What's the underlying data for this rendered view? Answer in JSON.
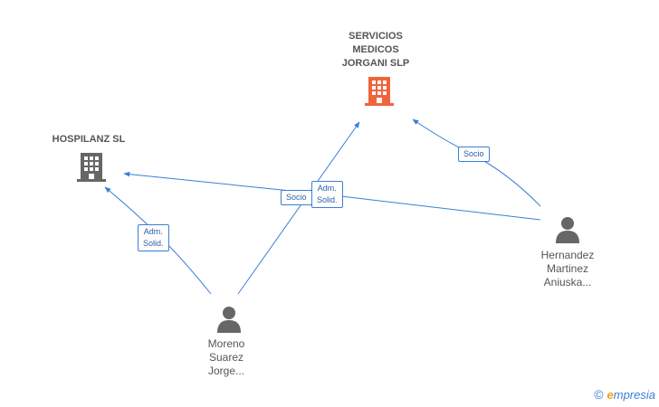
{
  "companies": {
    "servicios": {
      "name_lines": [
        "SERVICIOS",
        "MEDICOS",
        "JORGANI SLP"
      ],
      "icon": "building-icon",
      "color": "#f0643c"
    },
    "hospilanz": {
      "name_lines": [
        "HOSPILANZ SL"
      ],
      "icon": "building-icon",
      "color": "#666666"
    }
  },
  "persons": {
    "hernandez": {
      "name_lines": [
        "Hernandez",
        "Martinez",
        "Aniuska..."
      ],
      "icon": "person-icon",
      "color": "#666666"
    },
    "moreno": {
      "name_lines": [
        "Moreno",
        "Suarez",
        "Jorge..."
      ],
      "icon": "person-icon",
      "color": "#666666"
    }
  },
  "edge_labels": {
    "hernandez_servicios": [
      "Socio"
    ],
    "moreno_servicios": [
      "Adm.",
      "Solid."
    ],
    "hernandez_hospilanz": [
      "Socio"
    ],
    "moreno_hospilanz": [
      "Adm.",
      "Solid."
    ]
  },
  "edge_color": "#3a7fd5",
  "footer": {
    "copyright": "©",
    "brand_first": "e",
    "brand_rest": "mpresia"
  }
}
